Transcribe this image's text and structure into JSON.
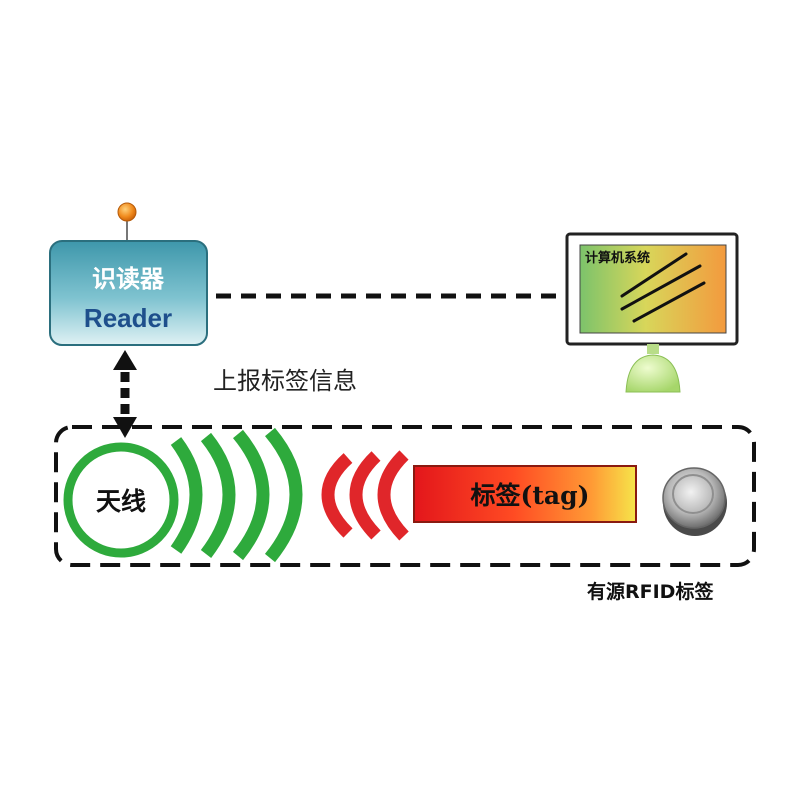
{
  "reader": {
    "label_cn": "识读器",
    "label_en": "Reader"
  },
  "computer": {
    "label": "计算机系统"
  },
  "report": {
    "label": "上报标签信息"
  },
  "antenna": {
    "label": "天线"
  },
  "tag": {
    "label": "标签(tag)"
  },
  "group": {
    "label": "有源RFID标签"
  },
  "colors": {
    "reader_fill_top": "#4fa7b8",
    "reader_fill_bottom": "#cfe9ee",
    "reader_text_cn": "#ffffff",
    "reader_text_en": "#1e4f8c",
    "led": "#f08a1c",
    "antenna_ring": "#2eaa3c",
    "wave_green": "#2eaa3c",
    "wave_red": "#e0262a",
    "tag_fill_left": "#e01a1a",
    "tag_fill_mid": "#ff6a2b",
    "tag_fill_right": "#f5e33a",
    "monitor_screen_left": "#86c86a",
    "monitor_screen_right": "#f0a040",
    "monitor_stand": "#c7e88a",
    "dash_line": "#111111"
  }
}
